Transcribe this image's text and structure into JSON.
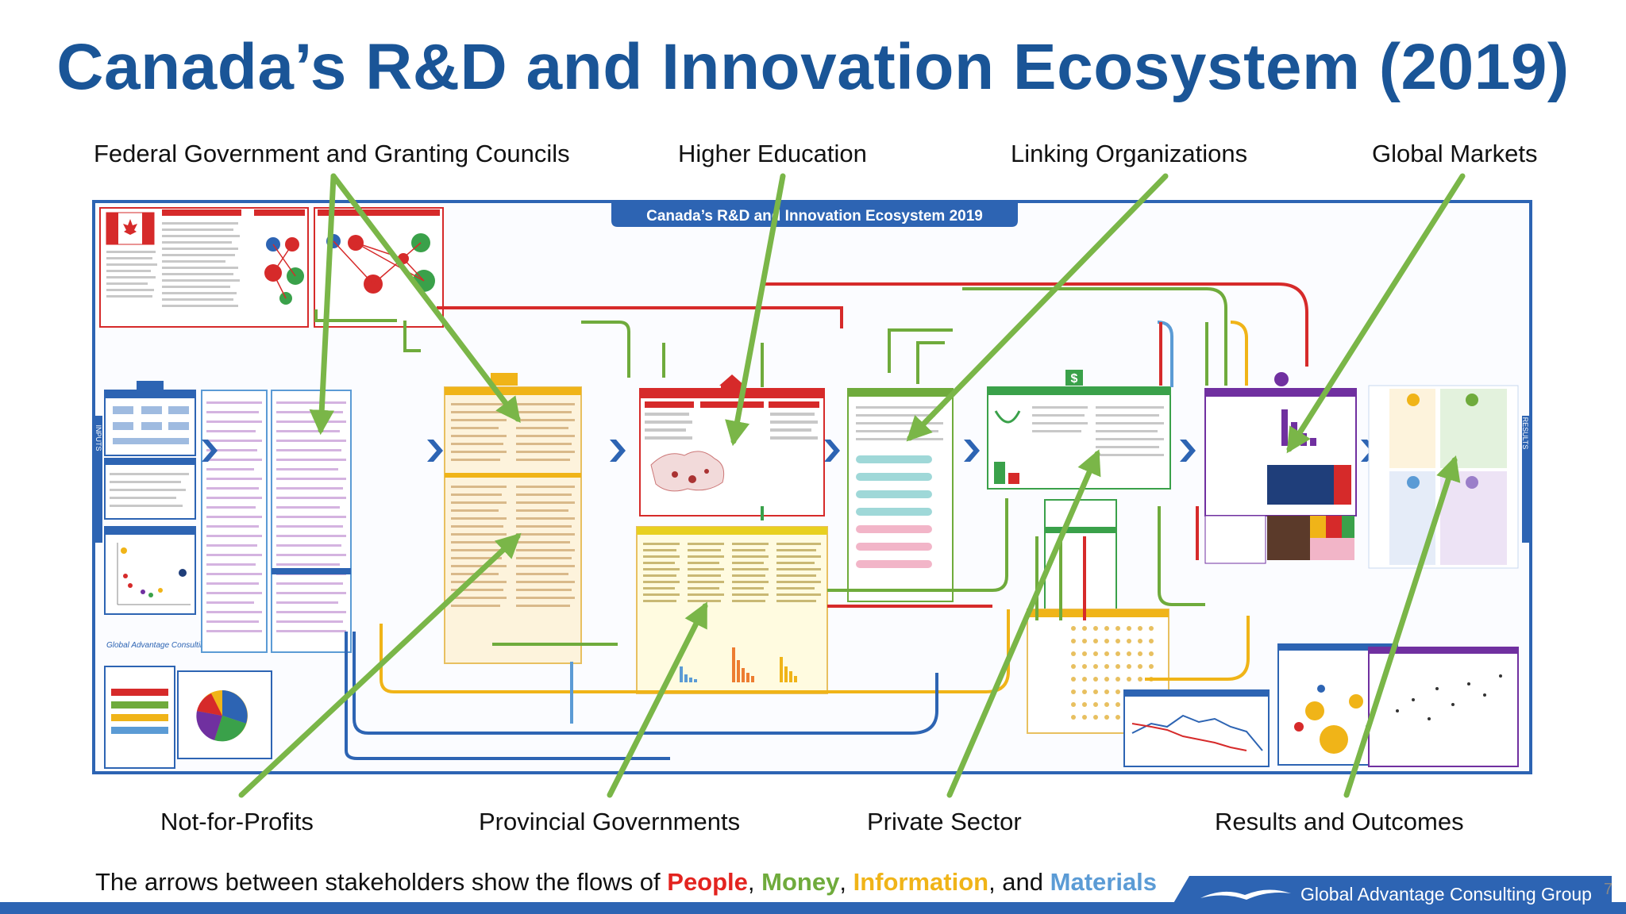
{
  "title": "Canada’s R&D and Innovation Ecosystem (2019)",
  "top_labels": {
    "federal": "Federal Government and Granting Councils",
    "higher_ed": "Higher Education",
    "linking": "Linking Organizations",
    "global": "Global Markets"
  },
  "bottom_labels": {
    "nfp": "Not-for-Profits",
    "provincial": "Provincial Governments",
    "private": "Private Sector",
    "results": "Results and Outcomes"
  },
  "poster": {
    "title": "Canada’s R&D and Innovation Ecosystem 2019",
    "inputs": "INPUTS",
    "results": "RESULTS"
  },
  "footer": {
    "prefix": "The arrows between stakeholders show the flows of ",
    "people": "People",
    "comma1": ", ",
    "money": "Money",
    "comma2": ", ",
    "information": "Information",
    "and_text": ", and ",
    "materials": "Materials"
  },
  "brand": "Global Advantage Consulting Group",
  "page_number": "7",
  "colors": {
    "title": "#1a5597",
    "poster_border": "#2d64b3",
    "arrow_green": "#7ab648",
    "people": "#e3231f",
    "money": "#6fab3c",
    "information": "#f0b418",
    "materials": "#5b9bd5"
  }
}
